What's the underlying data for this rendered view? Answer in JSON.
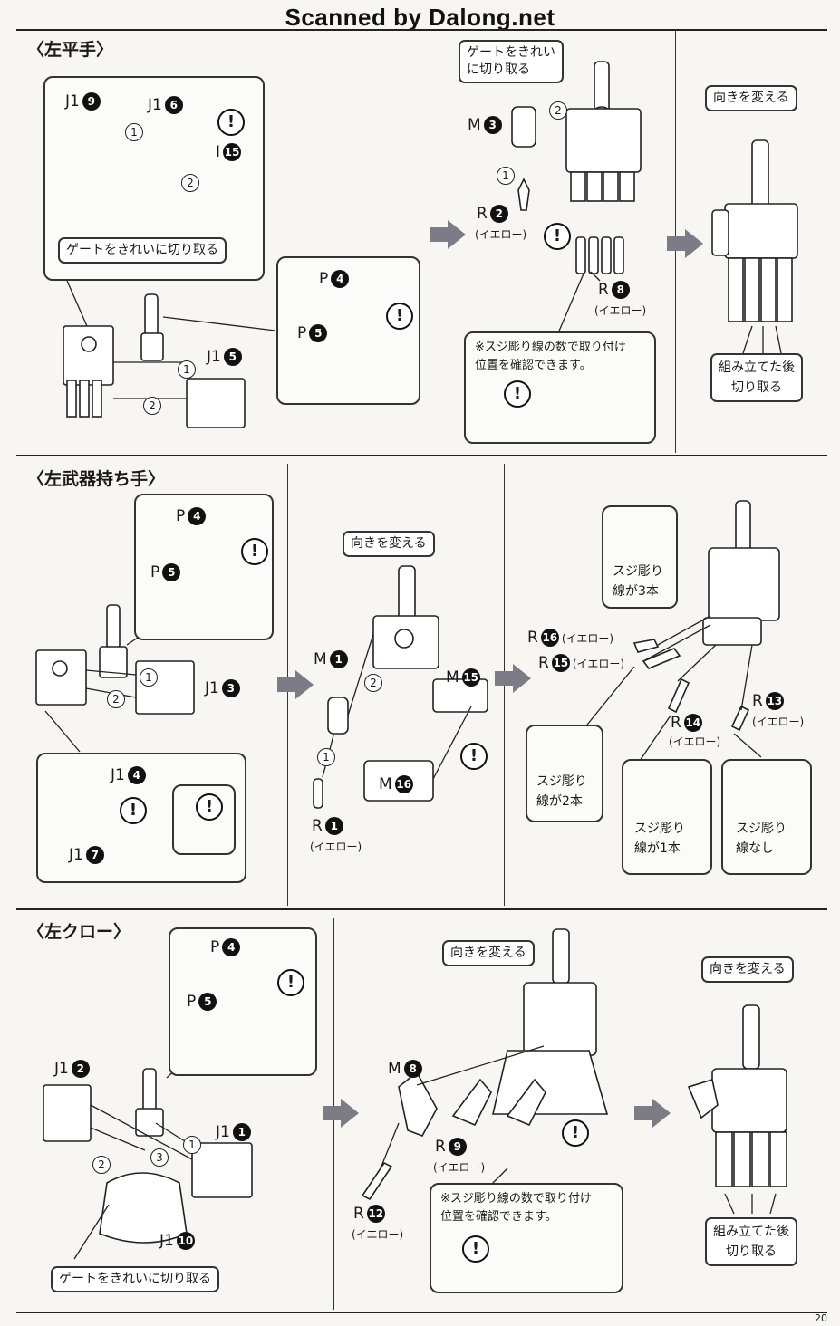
{
  "watermark": "Scanned by Dalong.net",
  "page_number": "20",
  "sections": {
    "left_flat_hand": {
      "title": "〈左平手〉",
      "gate_label_top": "ゲートをきれい\nに切り取る",
      "gate_label_inner": "ゲートをきれいに切り取る",
      "change_orientation": "向きを変える",
      "note": "※スジ彫り線の数で取り付け\n位置を確認できます。",
      "cut_after_assembly": "組み立てた後\n切り取る",
      "parts": {
        "j1_9": {
          "runner": "J1",
          "num": "9"
        },
        "j1_6": {
          "runner": "J1",
          "num": "6"
        },
        "i_15": {
          "runner": "I",
          "num": "15"
        },
        "p_4": {
          "runner": "P",
          "num": "4"
        },
        "p_5": {
          "runner": "P",
          "num": "5"
        },
        "j1_5": {
          "runner": "J1",
          "num": "5"
        },
        "m_3": {
          "runner": "M",
          "num": "3"
        },
        "r_2": {
          "runner": "R",
          "num": "2",
          "color": "(イエロー)"
        },
        "r_8": {
          "runner": "R",
          "num": "8",
          "color": "(イエロー)"
        }
      }
    },
    "left_weapon_hand": {
      "title": "〈左武器持ち手〉",
      "change_orientation": "向きを変える",
      "parts": {
        "p_4": {
          "runner": "P",
          "num": "4"
        },
        "p_5": {
          "runner": "P",
          "num": "5"
        },
        "j1_3": {
          "runner": "J1",
          "num": "3"
        },
        "j1_4": {
          "runner": "J1",
          "num": "4"
        },
        "j1_7": {
          "runner": "J1",
          "num": "7"
        },
        "m_1": {
          "runner": "M",
          "num": "1"
        },
        "m_15": {
          "runner": "M",
          "num": "15"
        },
        "m_16": {
          "runner": "M",
          "num": "16"
        },
        "r_1": {
          "runner": "R",
          "num": "1",
          "color": "(イエロー)"
        },
        "r_16": {
          "runner": "R",
          "num": "16",
          "color": "(イエロー)"
        },
        "r_15": {
          "runner": "R",
          "num": "15",
          "color": "(イエロー)"
        },
        "r_14": {
          "runner": "R",
          "num": "14",
          "color": "(イエロー)"
        },
        "r_13": {
          "runner": "R",
          "num": "13",
          "color": "(イエロー)"
        }
      },
      "line_labels": {
        "three": "スジ彫り\n線が3本",
        "two": "スジ彫り\n線が2本",
        "one": "スジ彫り\n線が1本",
        "none": "スジ彫り\n線なし"
      }
    },
    "left_claw": {
      "title": "〈左クロー〉",
      "gate_label": "ゲートをきれいに切り取る",
      "change_orientation_a": "向きを変える",
      "change_orientation_b": "向きを変える",
      "note": "※スジ彫り線の数で取り付け\n位置を確認できます。",
      "cut_after_assembly": "組み立てた後\n切り取る",
      "parts": {
        "p_4": {
          "runner": "P",
          "num": "4"
        },
        "p_5": {
          "runner": "P",
          "num": "5"
        },
        "j1_2": {
          "runner": "J1",
          "num": "2"
        },
        "j1_1": {
          "runner": "J1",
          "num": "1"
        },
        "j1_10": {
          "runner": "J1",
          "num": "10"
        },
        "m_8": {
          "runner": "M",
          "num": "8"
        },
        "r_9": {
          "runner": "R",
          "num": "9",
          "color": "(イエロー)"
        },
        "r_12": {
          "runner": "R",
          "num": "12",
          "color": "(イエロー)"
        }
      }
    }
  },
  "symbols": {
    "warning": "!",
    "steps": [
      "1",
      "2",
      "3"
    ]
  }
}
